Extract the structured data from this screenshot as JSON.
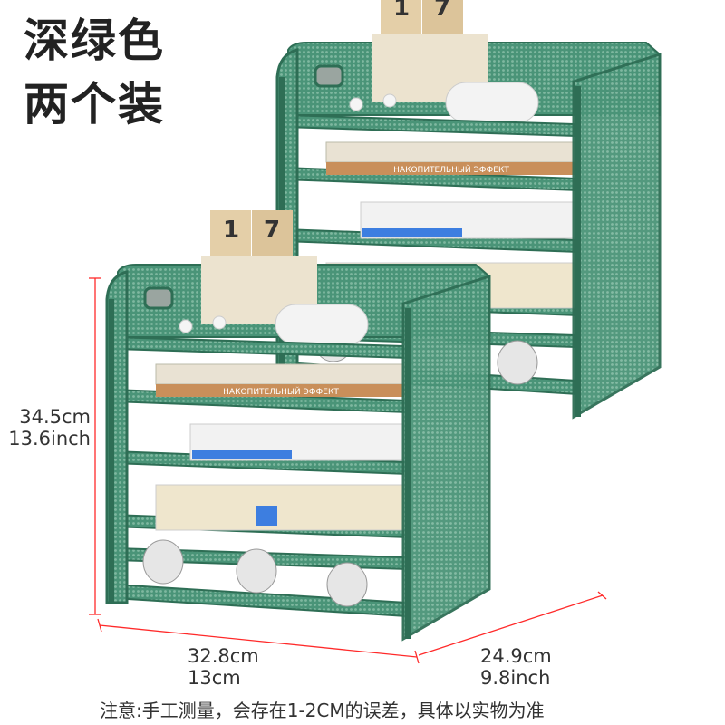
{
  "header": {
    "title_line1": "深绿色",
    "title_line2": "两个装"
  },
  "dimensions": {
    "height_cm": "34.5cm",
    "height_inch": "13.6inch",
    "width_cm": "32.8cm",
    "width_inch": "13cm",
    "depth_cm": "24.9cm",
    "depth_inch": "9.8inch"
  },
  "note": "注意:手工测量，会存在1-2CM的误差，具体以实物为准",
  "product": {
    "color": "#3f8a6d",
    "color_dark": "#2e6e55",
    "dimension_line_color": "#ff2a2a",
    "book_title": "НАКОПИТЕЛЬНЫЙ ЭФФЕКТ",
    "calendar_digits": [
      "1",
      "7"
    ]
  }
}
